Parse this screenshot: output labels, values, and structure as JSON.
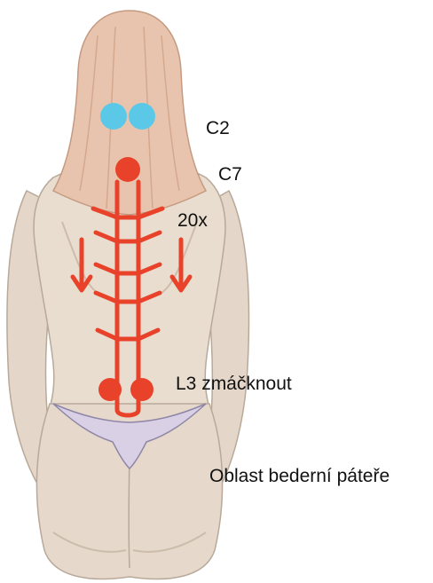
{
  "labels": {
    "c2": "C2",
    "c7": "C7",
    "repeat": "20x",
    "l3": "L3 zmáčknout",
    "lumbar": "Oblast bederní páteře"
  },
  "colors": {
    "skin": "#e6d9cb",
    "hair": "#e8c4ae",
    "c2_points": "#5cc8e8",
    "massage_lines": "#e8432a",
    "underwear": "#d9d0e6"
  }
}
